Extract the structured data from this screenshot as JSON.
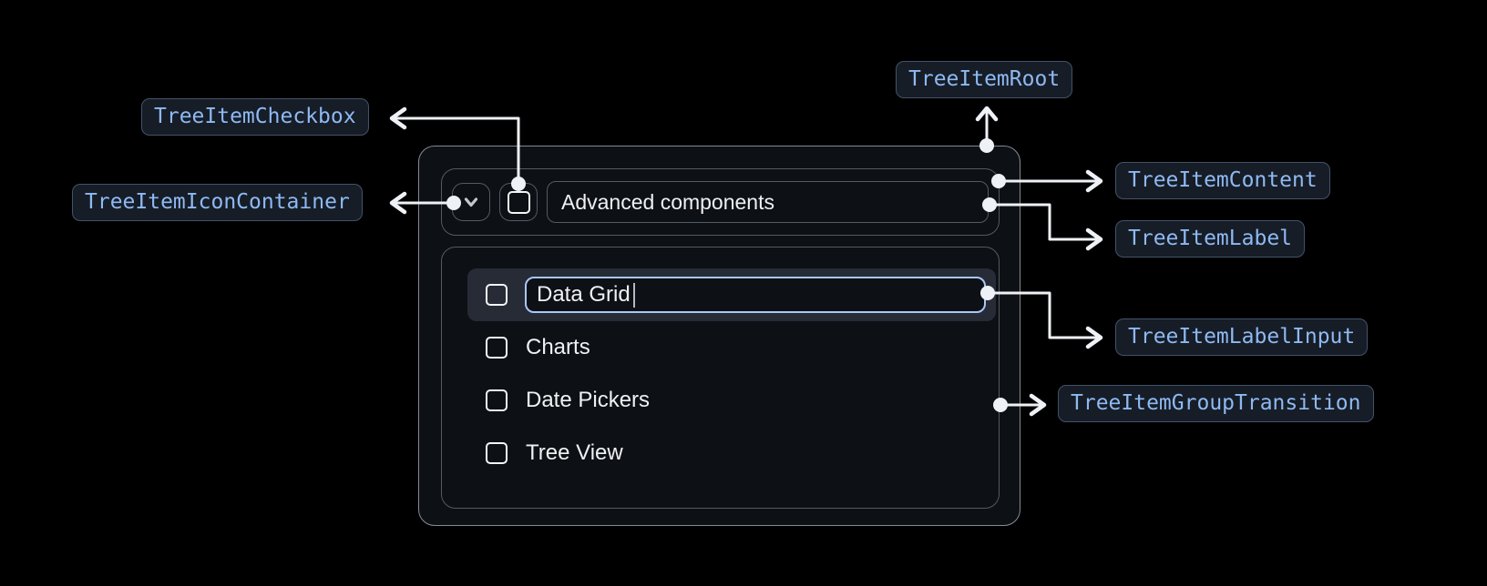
{
  "annotations": {
    "root": "TreeItemRoot",
    "checkbox": "TreeItemCheckbox",
    "icon_container": "TreeItemIconContainer",
    "content": "TreeItemContent",
    "item_label": "TreeItemLabel",
    "label_input": "TreeItemLabelInput",
    "group_transition": "TreeItemGroupTransition"
  },
  "tree": {
    "parent": {
      "label": "Advanced components",
      "expanded": true,
      "checked": false
    },
    "children": [
      {
        "label": "Data Grid",
        "editing": true,
        "checked": false
      },
      {
        "label": "Charts",
        "checked": false
      },
      {
        "label": "Date Pickers",
        "checked": false
      },
      {
        "label": "Tree View",
        "checked": false
      }
    ]
  },
  "icons": {
    "expand": "chevron-down-icon",
    "checkbox": "checkbox-unchecked-icon"
  },
  "colors": {
    "page_bg": "#000000",
    "panel_bg": "#0d1015",
    "panel_border": "#858b94",
    "inner_border": "#545a63",
    "row_highlight_bg": "#262b35",
    "input_focus_border": "#a8c7fa",
    "text_primary": "#f0f1f3",
    "chip_text": "#8fb9f2",
    "chip_bg": "#161d27",
    "chip_border": "#435269",
    "connector": "#eef1f5"
  }
}
